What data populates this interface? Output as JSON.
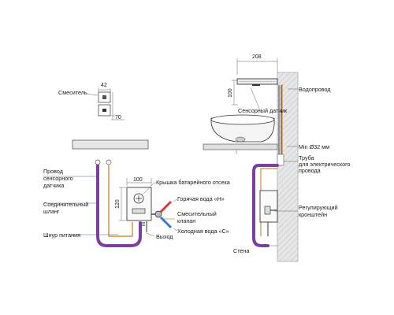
{
  "dimensions": {
    "mixer_width": "42",
    "mixer_depth": "70",
    "box_width": "100",
    "box_height": "120",
    "spout_reach": "208",
    "spout_height": "100"
  },
  "labels": {
    "mixer": "Смеситель",
    "sensor_wire": [
      "Провод",
      "сенсорного",
      "датчика"
    ],
    "connecting_hose": [
      "Соединительный",
      "шланг"
    ],
    "power_cord": "Шнур питания",
    "battery_cover": "Крышка батарейного отсека",
    "hot_water": "Горячая вода «H»",
    "mixing_valve": [
      "Смесительный",
      "клапан"
    ],
    "cold_water": "Холодная вода «C»",
    "outlet": "Выход",
    "water_supply": "Водопровод",
    "touch_sensor": "Сенсорный датчик",
    "min_diameter": "Min Ø32 мм",
    "electrical_pipe": [
      "Труба",
      "для электрического",
      "провода"
    ],
    "adjustable_bracket": [
      "Регулирующий",
      "кронштейн"
    ],
    "wall": "Стена"
  },
  "colors": {
    "hose": "#7b3fa0",
    "sensor_wire": "#d98a3a",
    "hot": "#d63a3a",
    "cold": "#3a78c9",
    "wall_fill": "#d4d4d4",
    "line": "#333333"
  }
}
